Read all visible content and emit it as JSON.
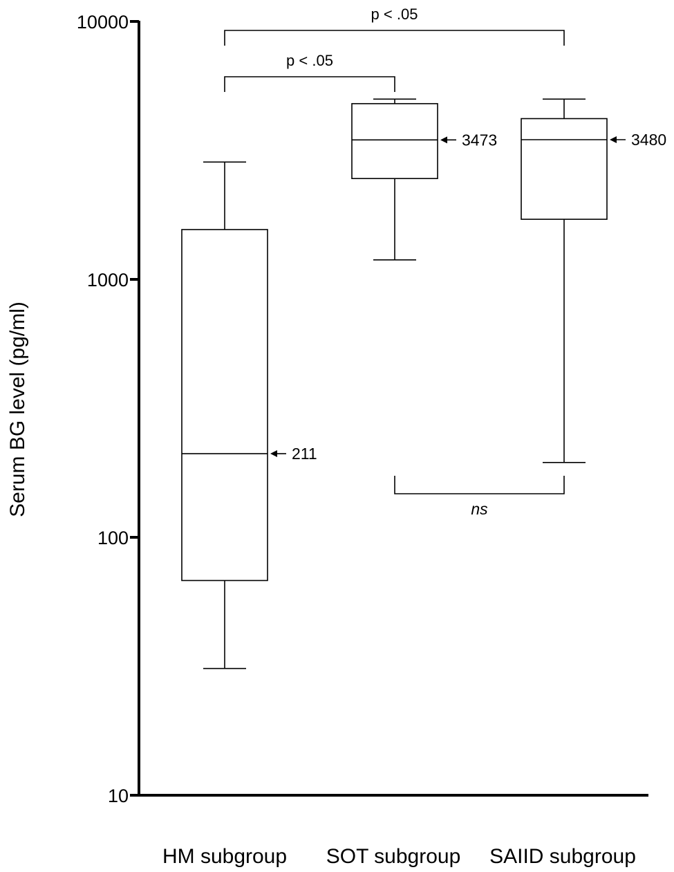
{
  "chart_data": {
    "type": "box",
    "ylabel": "Serum BG level (pg/ml)",
    "xlabel": "",
    "yscale": "log",
    "ylim": [
      10,
      10000
    ],
    "yticks": [
      10,
      100,
      1000,
      10000
    ],
    "ytick_labels": [
      "10",
      "100",
      "1000",
      "10000"
    ],
    "categories": [
      "HM subgroup",
      "SOT subgroup",
      "SAIID subgroup"
    ],
    "boxes": [
      {
        "category": "HM subgroup",
        "whisker_low": 31,
        "q1": 68,
        "median": 211,
        "q3": 1560,
        "whisker_high": 2850,
        "median_label": "211"
      },
      {
        "category": "SOT subgroup",
        "whisker_low": 1190,
        "q1": 2460,
        "median": 3473,
        "q3": 4800,
        "whisker_high": 5000,
        "median_label": "3473"
      },
      {
        "category": "SAIID subgroup",
        "whisker_low": 195,
        "q1": 1710,
        "median": 3480,
        "q3": 4200,
        "whisker_high": 5000,
        "median_label": "3480"
      }
    ],
    "comparisons": [
      {
        "from": "HM subgroup",
        "to": "SAIID subgroup",
        "label": "p < .05",
        "position": "top"
      },
      {
        "from": "HM subgroup",
        "to": "SOT subgroup",
        "label": "p < .05",
        "position": "top"
      },
      {
        "from": "SOT subgroup",
        "to": "SAIID subgroup",
        "label": "ns",
        "position": "below"
      }
    ]
  }
}
